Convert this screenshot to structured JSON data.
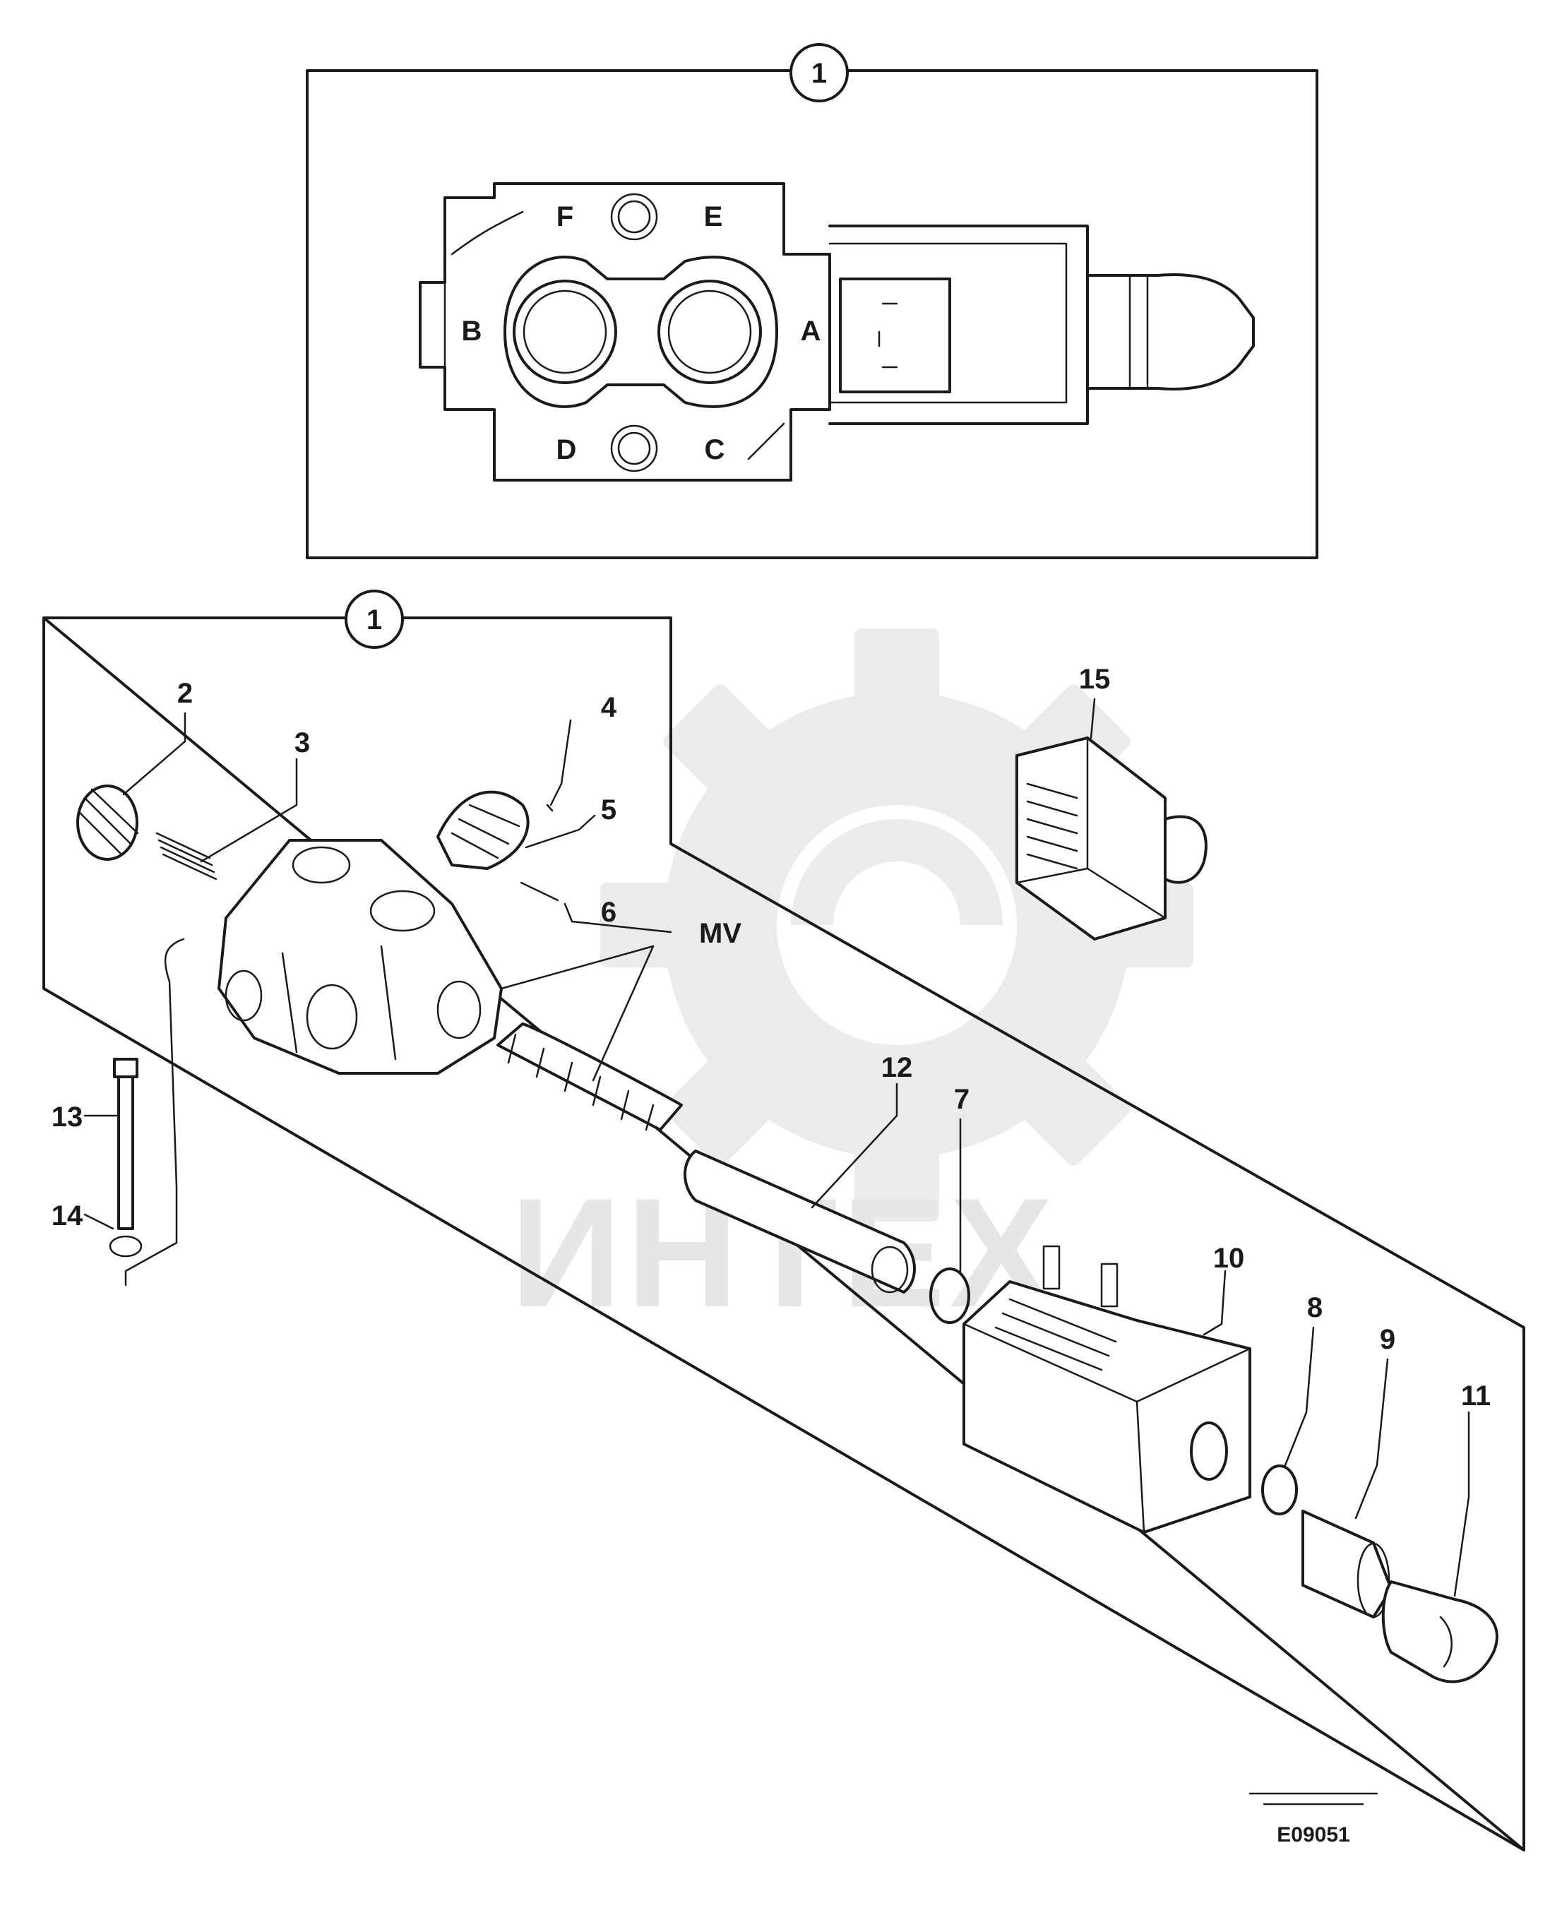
{
  "diagram": {
    "watermark": "ИНТЕХ",
    "footer_code": "E09051",
    "top_view": {
      "assembly_ref": "1",
      "ports": [
        "F",
        "E",
        "B",
        "A",
        "D",
        "C"
      ]
    },
    "exploded_view": {
      "assembly_ref": "1",
      "callouts": [
        "2",
        "3",
        "4",
        "5",
        "6",
        "MV",
        "7",
        "8",
        "9",
        "10",
        "11",
        "12",
        "13",
        "14",
        "15"
      ]
    }
  }
}
